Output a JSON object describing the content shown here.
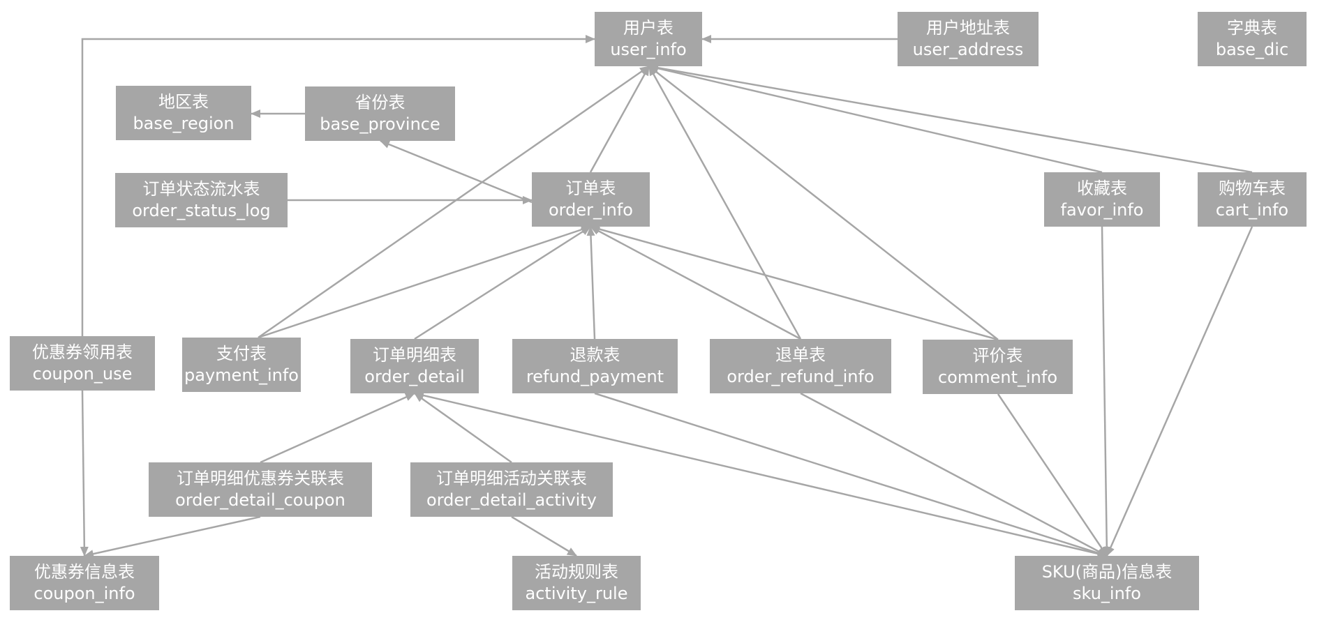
{
  "tables": {
    "user_info": {
      "cn": "用户表",
      "en": "user_info"
    },
    "user_address": {
      "cn": "用户地址表",
      "en": "user_address"
    },
    "base_dic": {
      "cn": "字典表",
      "en": "base_dic"
    },
    "base_region": {
      "cn": "地区表",
      "en": "base_region"
    },
    "base_province": {
      "cn": "省份表",
      "en": "base_province"
    },
    "order_status_log": {
      "cn": "订单状态流水表",
      "en": "order_status_log"
    },
    "order_info": {
      "cn": "订单表",
      "en": "order_info"
    },
    "favor_info": {
      "cn": "收藏表",
      "en": "favor_info"
    },
    "cart_info": {
      "cn": "购物车表",
      "en": "cart_info"
    },
    "coupon_use": {
      "cn": "优惠券领用表",
      "en": "coupon_use"
    },
    "payment_info": {
      "cn": "支付表",
      "en": "payment_info"
    },
    "order_detail": {
      "cn": "订单明细表",
      "en": "order_detail"
    },
    "refund_payment": {
      "cn": "退款表",
      "en": "refund_payment"
    },
    "order_refund_info": {
      "cn": "退单表",
      "en": "order_refund_info"
    },
    "comment_info": {
      "cn": "评价表",
      "en": "comment_info"
    },
    "order_detail_coupon": {
      "cn": "订单明细优惠券关联表",
      "en": "order_detail_coupon"
    },
    "order_detail_activity": {
      "cn": "订单明细活动关联表",
      "en": "order_detail_activity"
    },
    "coupon_info": {
      "cn": "优惠券信息表",
      "en": "coupon_info"
    },
    "activity_rule": {
      "cn": "活动规则表",
      "en": "activity_rule"
    },
    "sku_info": {
      "cn": "SKU(商品)信息表",
      "en": "sku_info"
    }
  },
  "relations": [
    {
      "from": "user_address",
      "to": "user_info"
    },
    {
      "from": "coupon_use",
      "to": "user_info"
    },
    {
      "from": "coupon_use",
      "to": "coupon_info"
    },
    {
      "from": "base_province",
      "to": "base_region"
    },
    {
      "from": "order_info",
      "to": "base_province"
    },
    {
      "from": "order_status_log",
      "to": "order_info"
    },
    {
      "from": "order_info",
      "to": "user_info"
    },
    {
      "from": "payment_info",
      "to": "user_info"
    },
    {
      "from": "order_refund_info",
      "to": "user_info"
    },
    {
      "from": "comment_info",
      "to": "user_info"
    },
    {
      "from": "favor_info",
      "to": "user_info"
    },
    {
      "from": "cart_info",
      "to": "user_info"
    },
    {
      "from": "payment_info",
      "to": "order_info"
    },
    {
      "from": "order_detail",
      "to": "order_info"
    },
    {
      "from": "refund_payment",
      "to": "order_info"
    },
    {
      "from": "order_refund_info",
      "to": "order_info"
    },
    {
      "from": "comment_info",
      "to": "order_info"
    },
    {
      "from": "order_detail_coupon",
      "to": "order_detail"
    },
    {
      "from": "order_detail_coupon",
      "to": "coupon_info"
    },
    {
      "from": "order_detail_activity",
      "to": "order_detail"
    },
    {
      "from": "order_detail_activity",
      "to": "activity_rule"
    },
    {
      "from": "sku_info",
      "to": "order_detail"
    },
    {
      "from": "refund_payment",
      "to": "sku_info"
    },
    {
      "from": "order_refund_info",
      "to": "sku_info"
    },
    {
      "from": "comment_info",
      "to": "sku_info"
    },
    {
      "from": "favor_info",
      "to": "sku_info"
    },
    {
      "from": "cart_info",
      "to": "sku_info"
    }
  ],
  "colors": {
    "box": "#a6a6a6",
    "line": "#a6a6a6",
    "text": "#ffffff"
  }
}
